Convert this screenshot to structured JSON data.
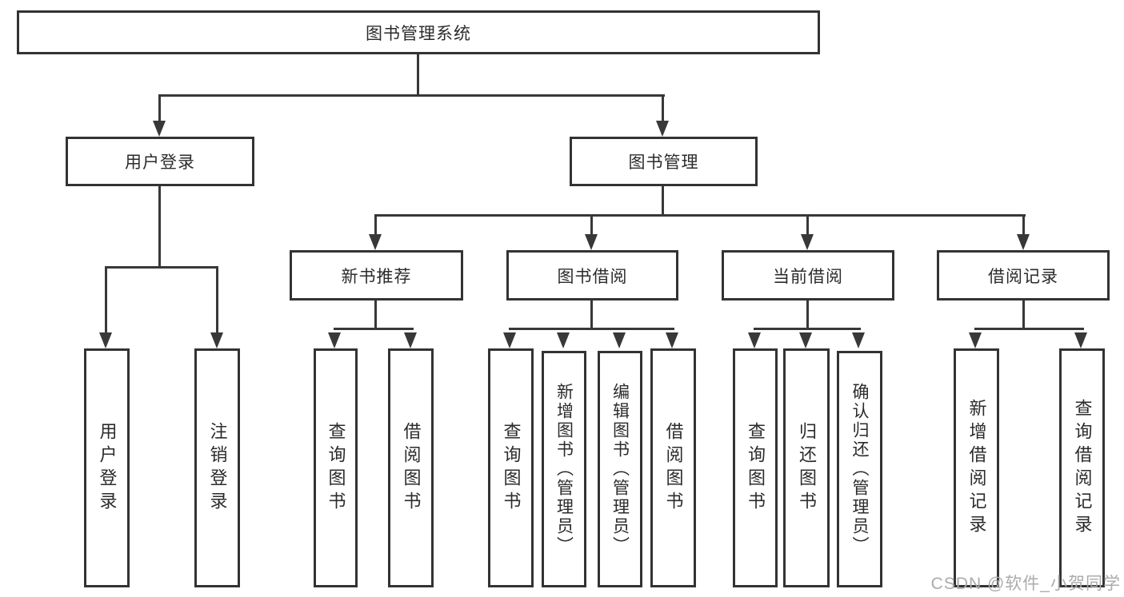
{
  "diagram": {
    "root": "图书管理系统",
    "branches": {
      "user_login": {
        "label": "用户登录",
        "children": [
          "用户登录",
          "注销登录"
        ]
      },
      "book_mgmt": {
        "label": "图书管理",
        "sections": {
          "new_book": {
            "label": "新书推荐",
            "children": [
              "查询图书",
              "借阅图书"
            ]
          },
          "book_borrow": {
            "label": "图书借阅",
            "children": [
              "查询图书",
              "新增图书（管理员）",
              "编辑图书（管理员）",
              "借阅图书"
            ]
          },
          "current_borrow": {
            "label": "当前借阅",
            "children": [
              "查询图书",
              "归还图书",
              "确认归还（管理员）"
            ]
          },
          "borrow_record": {
            "label": "借阅记录",
            "children": [
              "新增借阅记录",
              "查询借阅记录"
            ]
          }
        }
      }
    }
  },
  "watermark": "CSDN @软件_小贺同学",
  "colors": {
    "line": "#383838",
    "box_border": "#333333",
    "box_fill": "#ffffff",
    "text": "#2b2b2b",
    "watermark": "#ababab",
    "background": "#ffffff"
  }
}
